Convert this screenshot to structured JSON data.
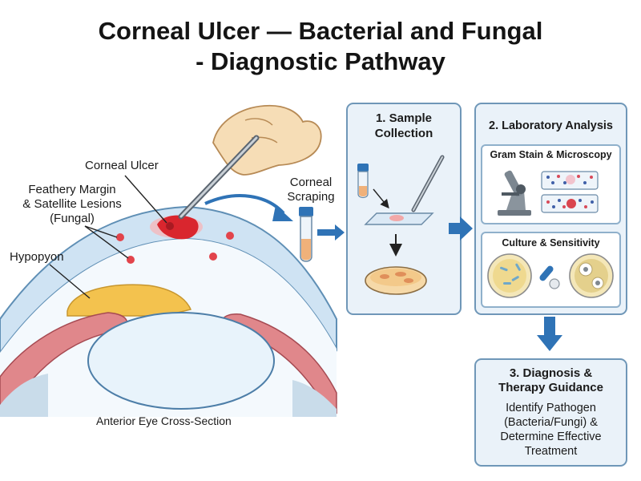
{
  "title": {
    "line1": "Corneal Ulcer — Bacterial and Fungal",
    "line2": "- Diagnostic Pathway"
  },
  "eye_labels": {
    "corneal_ulcer": "Corneal Ulcer",
    "feathery_1": "Feathery Margin",
    "feathery_2": "& Satellite Lesions",
    "feathery_3": "(Fungal)",
    "hypopyon": "Hypopyon",
    "corneal_scraping_1": "Corneal",
    "corneal_scraping_2": "Scraping",
    "cross_section": "Anterior Eye Cross-Section"
  },
  "steps": {
    "sample_title_1": "1. Sample",
    "sample_title_2": "Collection",
    "lab_title": "2. Laboratory Analysis",
    "gram_title": "Gram Stain & Microscopy",
    "culture_title": "Culture & Sensitivity",
    "diag_title_1": "3. Diagnosis &",
    "diag_title_2": "Therapy Guidance",
    "diag_text_1": "Identify Pathogen",
    "diag_text_2": "(Bacteria/Fungi) &",
    "diag_text_3": "Determine Effective",
    "diag_text_4": "Treatment"
  },
  "colors": {
    "box_border": "#6f97b8",
    "box_fill": "#eaf2f9",
    "arrow": "#2f73b6",
    "ulcer": "#d9262e",
    "hypopyon": "#f3c24e",
    "cornea": "#cfe3f3",
    "iris": "#e0878b"
  },
  "icons": [
    "hand-icon",
    "spatula-icon",
    "test-tube-icon",
    "microscope-icon",
    "slide-icon",
    "petri-dish-icon",
    "antibiotic-disc-icon"
  ]
}
